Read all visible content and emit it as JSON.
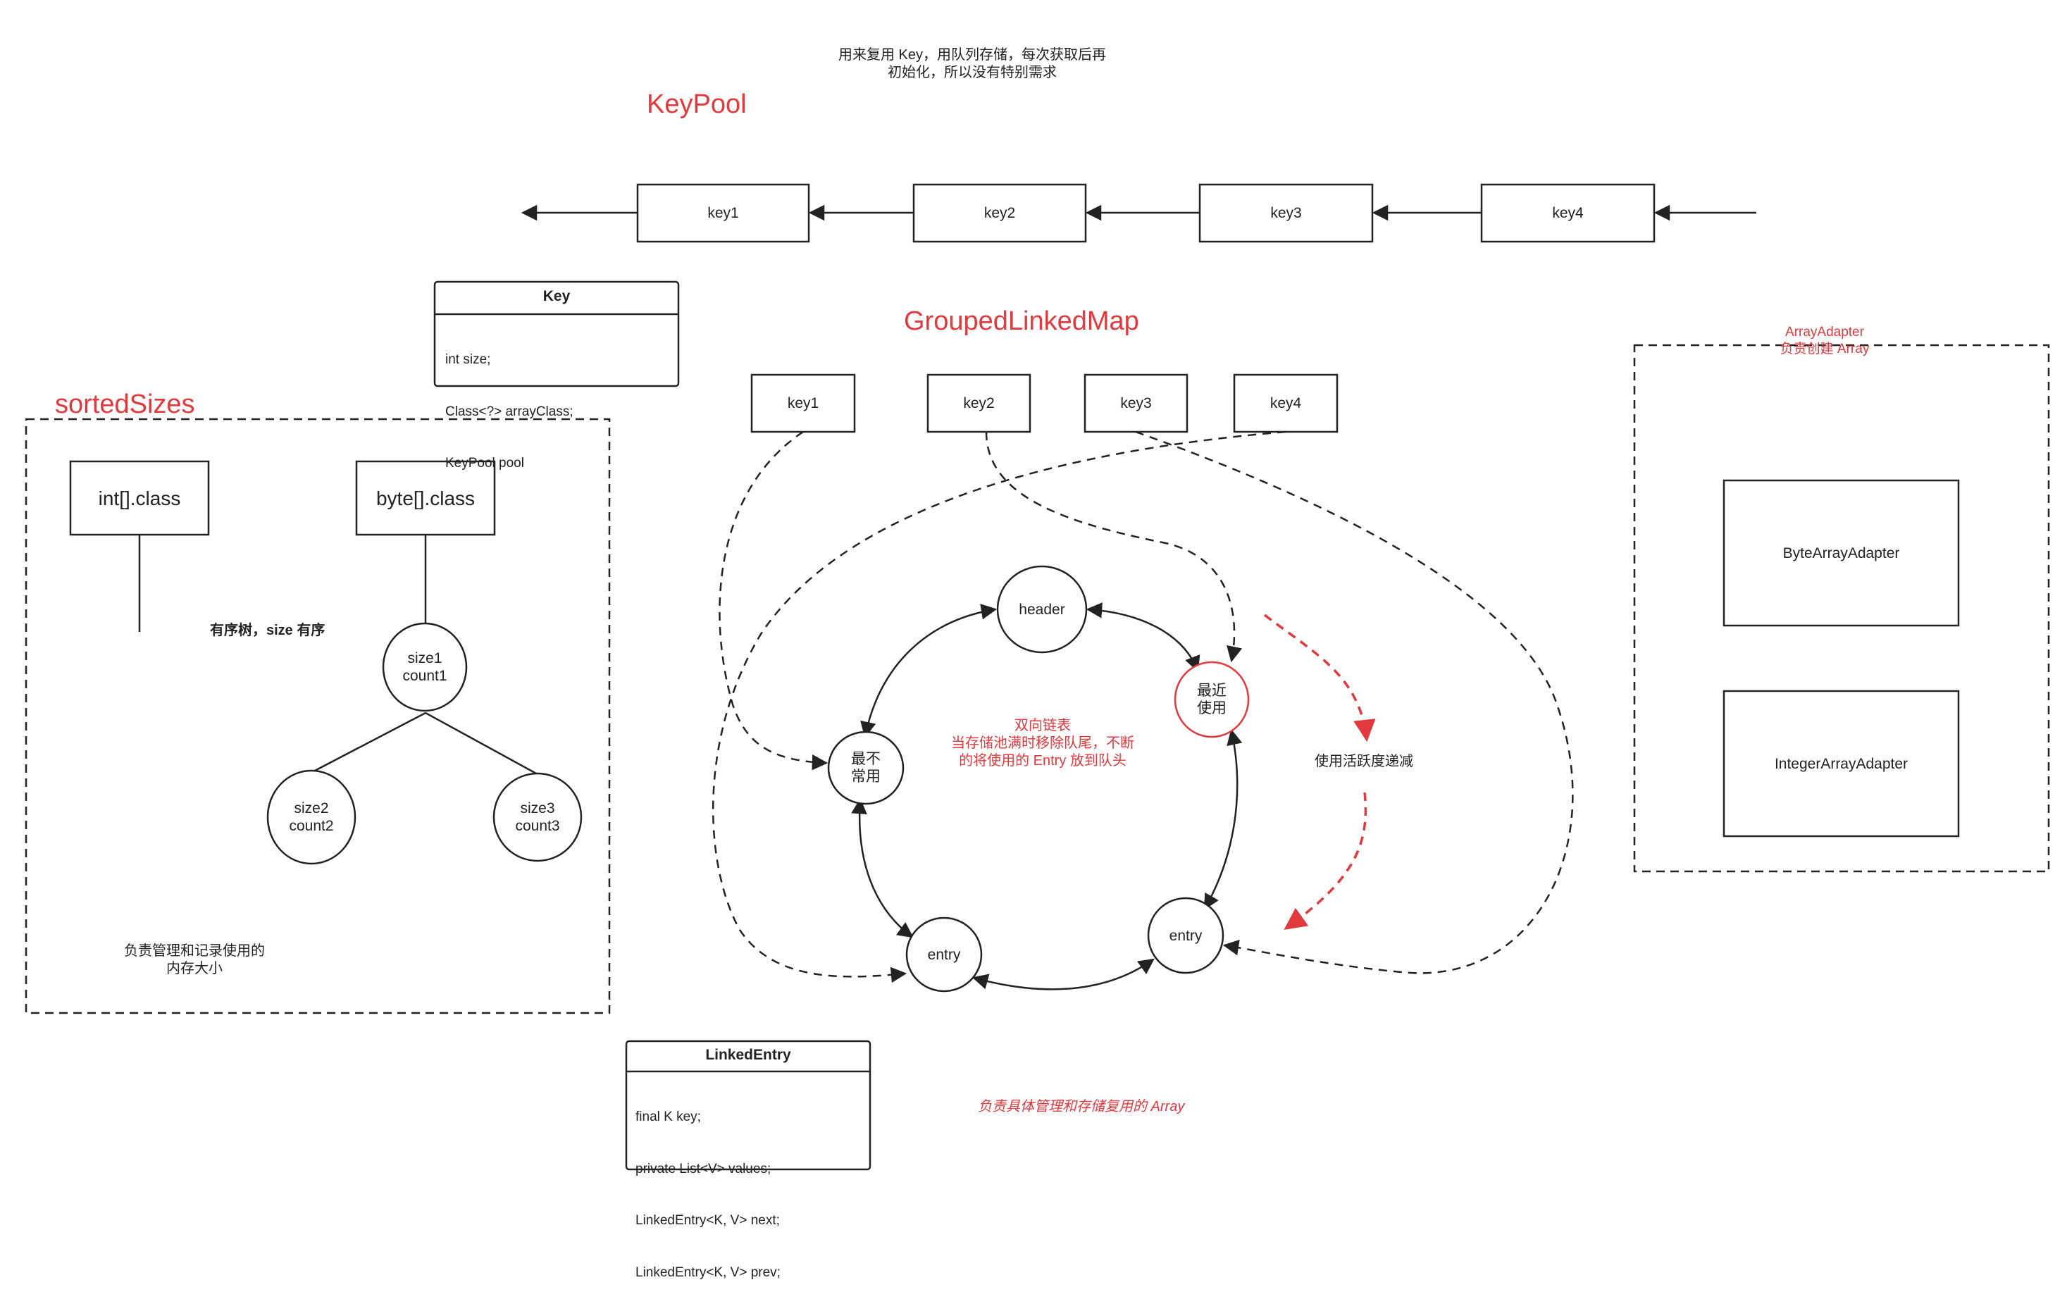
{
  "keypool": {
    "title": "KeyPool",
    "note_line1": "用来复用 Key，用队列存储，每次获取后再",
    "note_line2": "初始化，所以没有特别需求",
    "queue": [
      "key1",
      "key2",
      "key3",
      "key4"
    ]
  },
  "key_class": {
    "name": "Key",
    "fields": [
      "int size;",
      "Class<?> arrayClass;",
      "KeyPool pool"
    ]
  },
  "sorted_sizes": {
    "title": "sortedSizes",
    "class_int": "int[].class",
    "class_byte": "byte[].class",
    "tree_note": "有序树，size 有序",
    "nodes": [
      {
        "line1": "size1",
        "line2": "count1"
      },
      {
        "line1": "size2",
        "line2": "count2"
      },
      {
        "line1": "size3",
        "line2": "count3"
      }
    ],
    "desc_line1": "负责管理和记录使用的",
    "desc_line2": "内存大小"
  },
  "grouped_linked_map": {
    "title": "GroupedLinkedMap",
    "keys": [
      "key1",
      "key2",
      "key3",
      "key4"
    ],
    "nodes": {
      "header": "header",
      "recent_line1": "最近",
      "recent_line2": "使用",
      "least_line1": "最不",
      "least_line2": "常用",
      "entry_left": "entry",
      "entry_right": "entry"
    },
    "center_note": [
      "双向链表",
      "当存储池满时移除队尾，不断",
      "的将使用的 Entry 放到队头"
    ],
    "activity_note": "使用活跃度递减",
    "bottom_note": "负责具体管理和存储复用的 Array"
  },
  "linked_entry_class": {
    "name": "LinkedEntry",
    "fields": [
      "final K key;",
      "private List<V> values;",
      "LinkedEntry<K, V> next;",
      "LinkedEntry<K, V> prev;"
    ]
  },
  "array_adapter": {
    "title_line1": "ArrayAdapter",
    "title_line2": "负责创建 Array",
    "adapters": [
      "ByteArrayAdapter",
      "IntegerArrayAdapter"
    ]
  },
  "colors": {
    "accent_red": "#e0393e",
    "stroke": "#222222"
  }
}
